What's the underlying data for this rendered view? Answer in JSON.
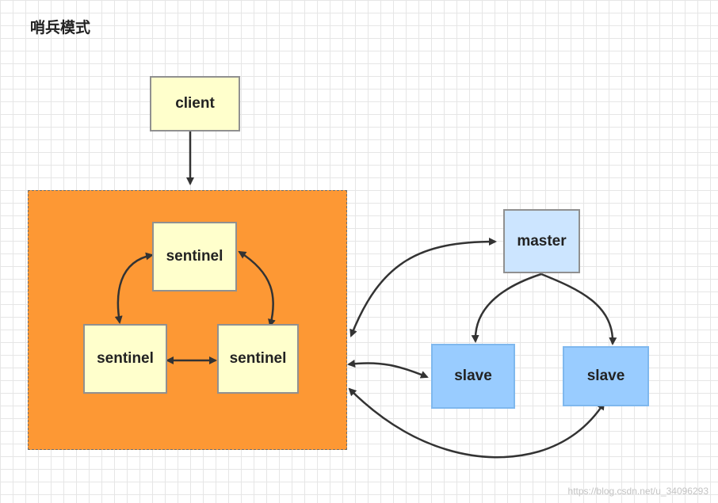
{
  "title": "哨兵模式",
  "nodes": {
    "client": "client",
    "sentinel_top": "sentinel",
    "sentinel_left": "sentinel",
    "sentinel_right": "sentinel",
    "master": "master",
    "slave_1": "slave",
    "slave_2": "slave"
  },
  "colors": {
    "cluster_fill": "#fd9834",
    "yellow_node": "#ffffcc",
    "master_node": "#cce5ff",
    "slave_node": "#99ccff",
    "edge": "#333333"
  },
  "watermark": "https://blog.csdn.net/u_34096293"
}
